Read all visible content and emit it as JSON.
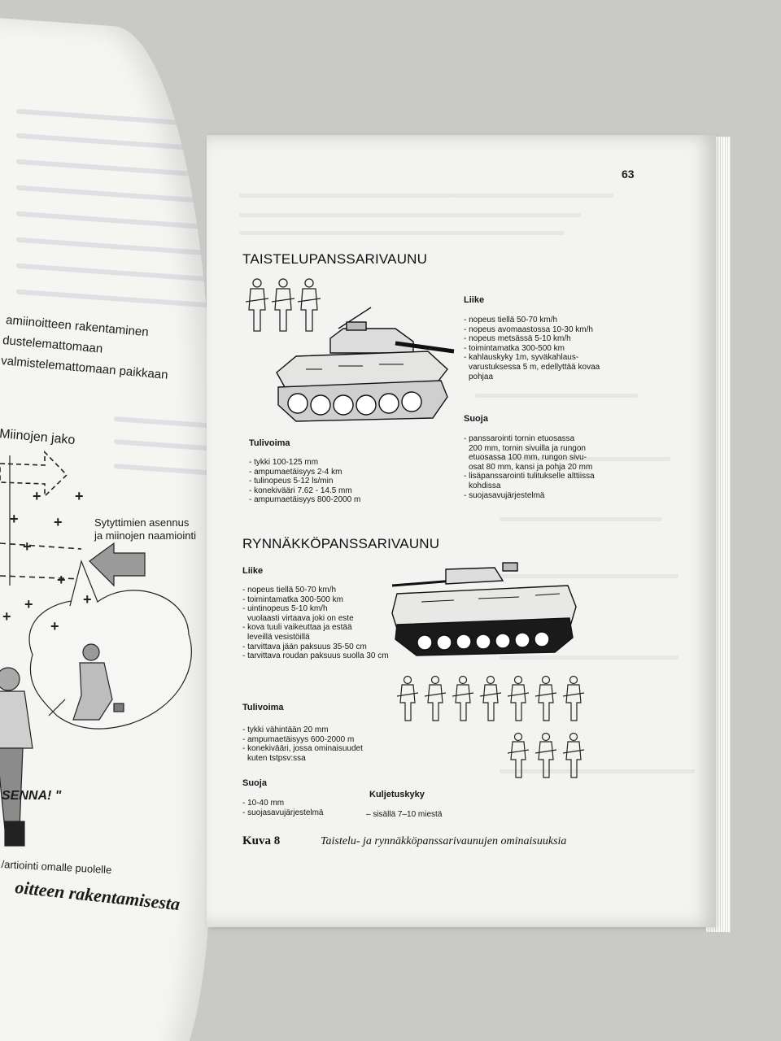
{
  "left_page": {
    "lines": [
      "amiinoitteen rakentaminen",
      "dustelemattomaan",
      "valmistelemattomaan paikkaan"
    ],
    "mine_layout_label": "Miinojen jako",
    "ignition_label_1": "Sytyttimien asennus",
    "ignition_label_2": "ja miinojen naamiointi",
    "shout_text": "SENNA! \"",
    "patrol_text": "/artiointi omalle puolelle",
    "caption": "oitteen rakentamisesta"
  },
  "page_number": "63",
  "taistelupanssarivaunu": {
    "title": "TAISTELUPANSSARIVAUNU",
    "liike_title": "Liike",
    "liike_items": [
      "- nopeus tiellä 50-70 km/h",
      "- nopeus avomaastossa 10-30 km/h",
      "- nopeus metsässä 5-10 km/h",
      "- toimintamatka 300-500 km",
      "- kahlauskyky 1m, syväkahlaus-",
      "  varustuksessa 5 m, edellyttää kovaa",
      "  pohjaa"
    ],
    "tulivoima_title": "Tulivoima",
    "tulivoima_items": [
      "- tykki 100-125 mm",
      "- ampumaetäisyys 2-4 km",
      "- tulinopeus 5-12 ls/min",
      "- konekivääri 7.62 - 14.5 mm",
      "- ampumaetäisyys 800-2000 m"
    ],
    "suoja_title": "Suoja",
    "suoja_items": [
      "- panssarointi tornin etuosassa",
      "  200 mm, tornin sivuilla ja rungon",
      "  etuosassa 100 mm, rungon sivu-",
      "  osat 80 mm, kansi ja pohja 20 mm",
      "- lisäpanssarointi tulitukselle alttiissa",
      "  kohdissa",
      "- suojasavujärjestelmä"
    ]
  },
  "rynnakkopanssarivaunu": {
    "title": "RYNNÄKKÖPANSSARIVAUNU",
    "liike_title": "Liike",
    "liike_items": [
      "- nopeus tiellä 50-70 km/h",
      "- toimintamatka 300-500 km",
      "- uintinopeus 5-10 km/h",
      "  vuolaasti virtaava joki on este",
      "- kova tuuli vaikeuttaa ja estää",
      "  leveillä vesistöillä",
      "- tarvittava jään paksuus 35-50 cm",
      "- tarvittava roudan paksuus suolla 30 cm"
    ],
    "tulivoima_title": "Tulivoima",
    "tulivoima_items": [
      "- tykki vähintään 20 mm",
      "- ampumaetäisyys 600-2000 m",
      "- konekivääri, jossa ominaisuudet",
      "  kuten tstpsv:ssa"
    ],
    "suoja_title": "Suoja",
    "suoja_items": [
      "- 10-40 mm",
      "- suojasavujärjestelmä"
    ],
    "kuljetuskyky_title": "Kuljetuskyky",
    "kuljetuskyky_items": [
      "– sisällä 7–10 miestä"
    ]
  },
  "figure_caption": {
    "label": "Kuva 8",
    "text": "Taistelu- ja rynnäkköpanssarivaunujen ominaisuuksia"
  }
}
